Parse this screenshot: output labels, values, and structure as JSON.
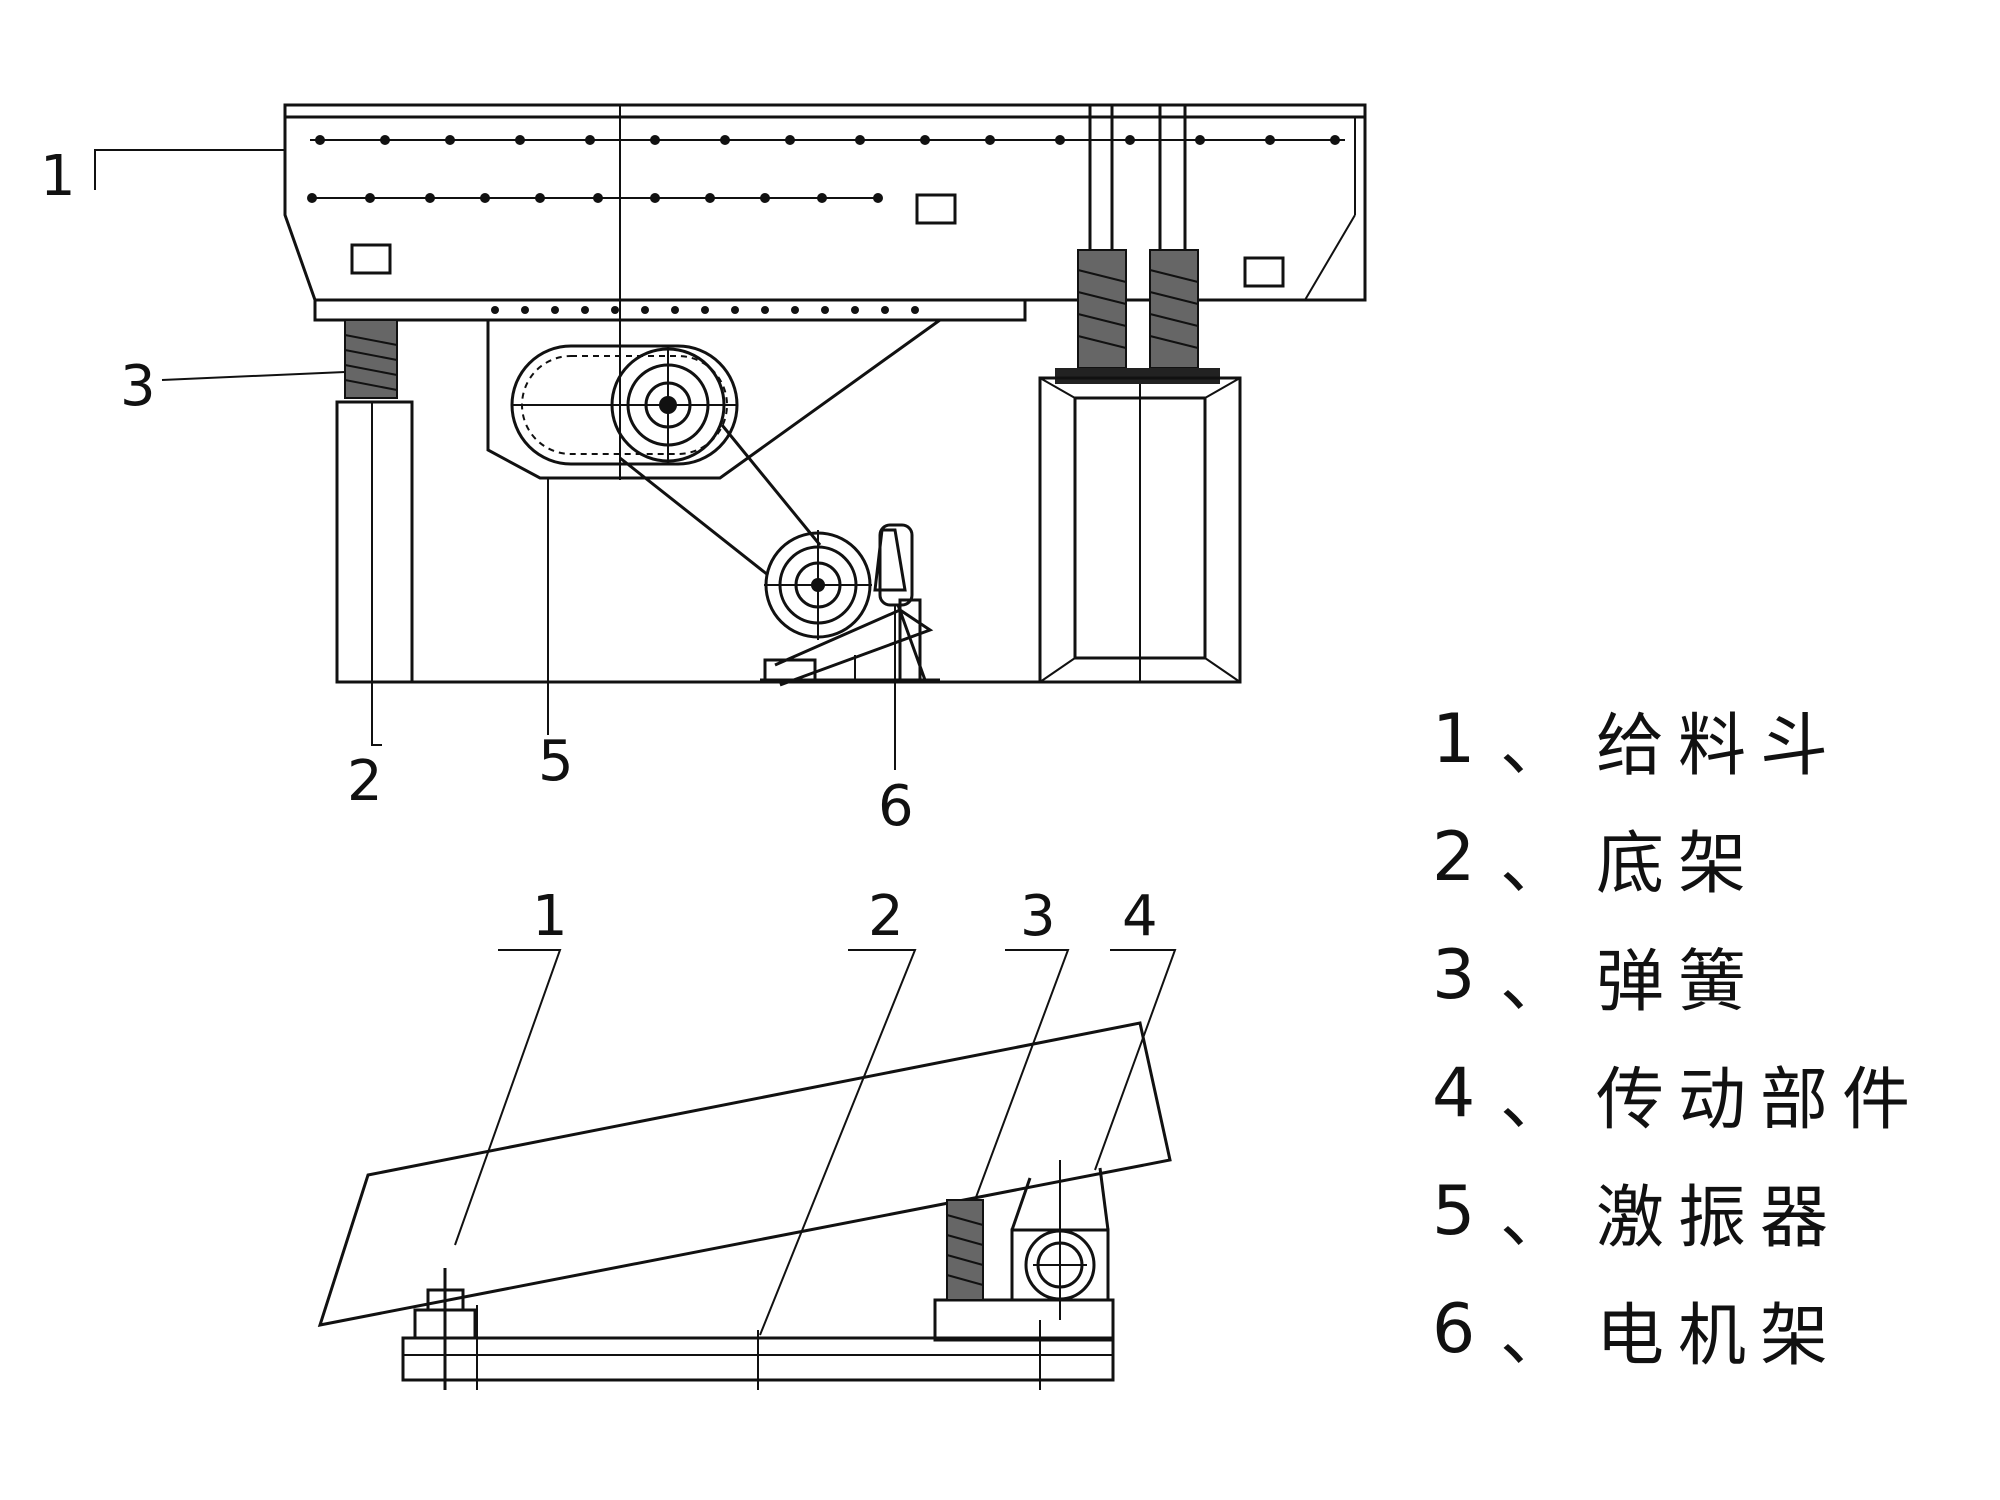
{
  "side_view": {
    "callouts": [
      "1",
      "3",
      "2",
      "5",
      "6"
    ]
  },
  "inclined_view": {
    "callouts": [
      "1",
      "2",
      "3",
      "4"
    ]
  },
  "legend": {
    "separator": "、",
    "items": [
      {
        "num": "1",
        "name": "给料斗"
      },
      {
        "num": "2",
        "name": "底架"
      },
      {
        "num": "3",
        "name": "弹簧"
      },
      {
        "num": "4",
        "name": "传动部件"
      },
      {
        "num": "5",
        "name": "激振器"
      },
      {
        "num": "6",
        "name": "电机架"
      }
    ]
  }
}
